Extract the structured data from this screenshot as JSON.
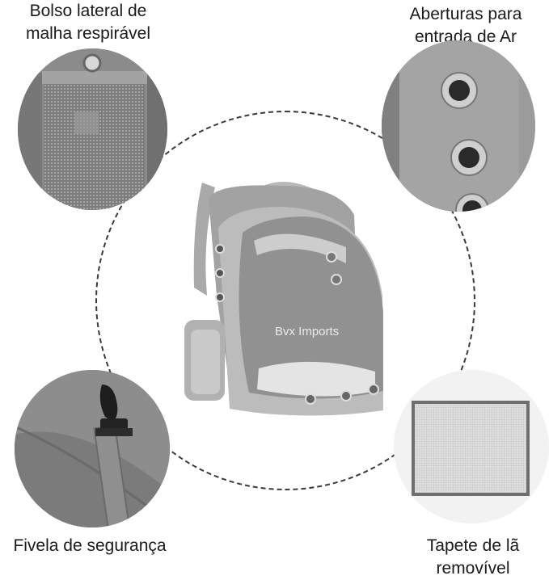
{
  "labels": {
    "top_left": [
      "Bolso lateral de",
      "malha respirável"
    ],
    "top_right": [
      "Aberturas para",
      "entrada de Ar"
    ],
    "bottom_left": "Fivela de segurança",
    "bottom_right": [
      "Tapete de lã",
      "removível"
    ]
  },
  "watermark": "Bvx Imports",
  "colors": {
    "fabric": "#8f8f8f",
    "fabric_dark": "#6e6e6e",
    "dash": "#3a3a3a",
    "text": "#1a1a1a"
  }
}
